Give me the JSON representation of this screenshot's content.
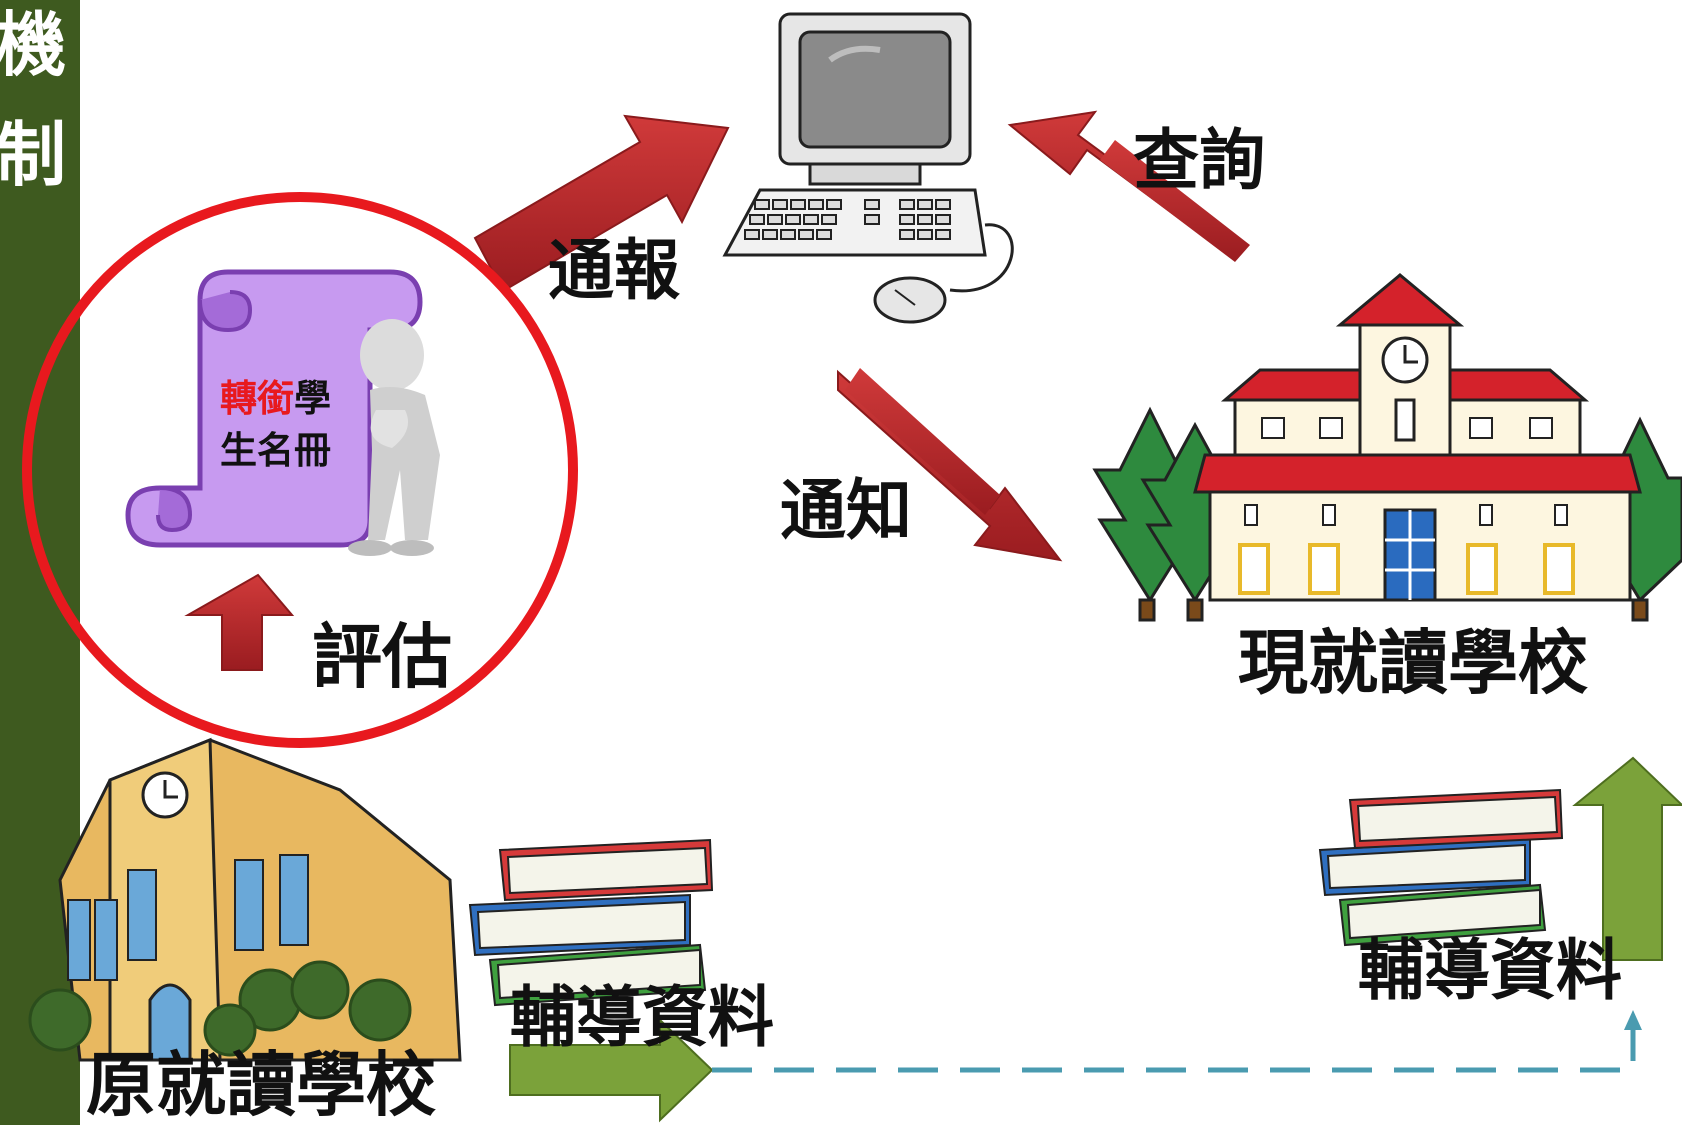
{
  "sidebar": {
    "chars": [
      "機",
      "制"
    ]
  },
  "labels": {
    "report": "通報",
    "query": "查詢",
    "notify": "通知",
    "assess": "評估",
    "current_school": "現就讀學校",
    "original_school": "原就讀學校",
    "counsel_left": "輔導資料",
    "counsel_right": "輔導資料"
  },
  "scroll": {
    "part1": "轉銜",
    "part2": "學",
    "line2": "生名冊"
  },
  "colors": {
    "sidebar": "#3e5a1f",
    "red_arrow": "#b5262a",
    "green_arrow": "#7ba23a",
    "circle": "#e8191e",
    "scroll_fill": "#c79af0",
    "scroll_stroke": "#7a3fb0",
    "dashed_line": "#4a9bb0"
  }
}
